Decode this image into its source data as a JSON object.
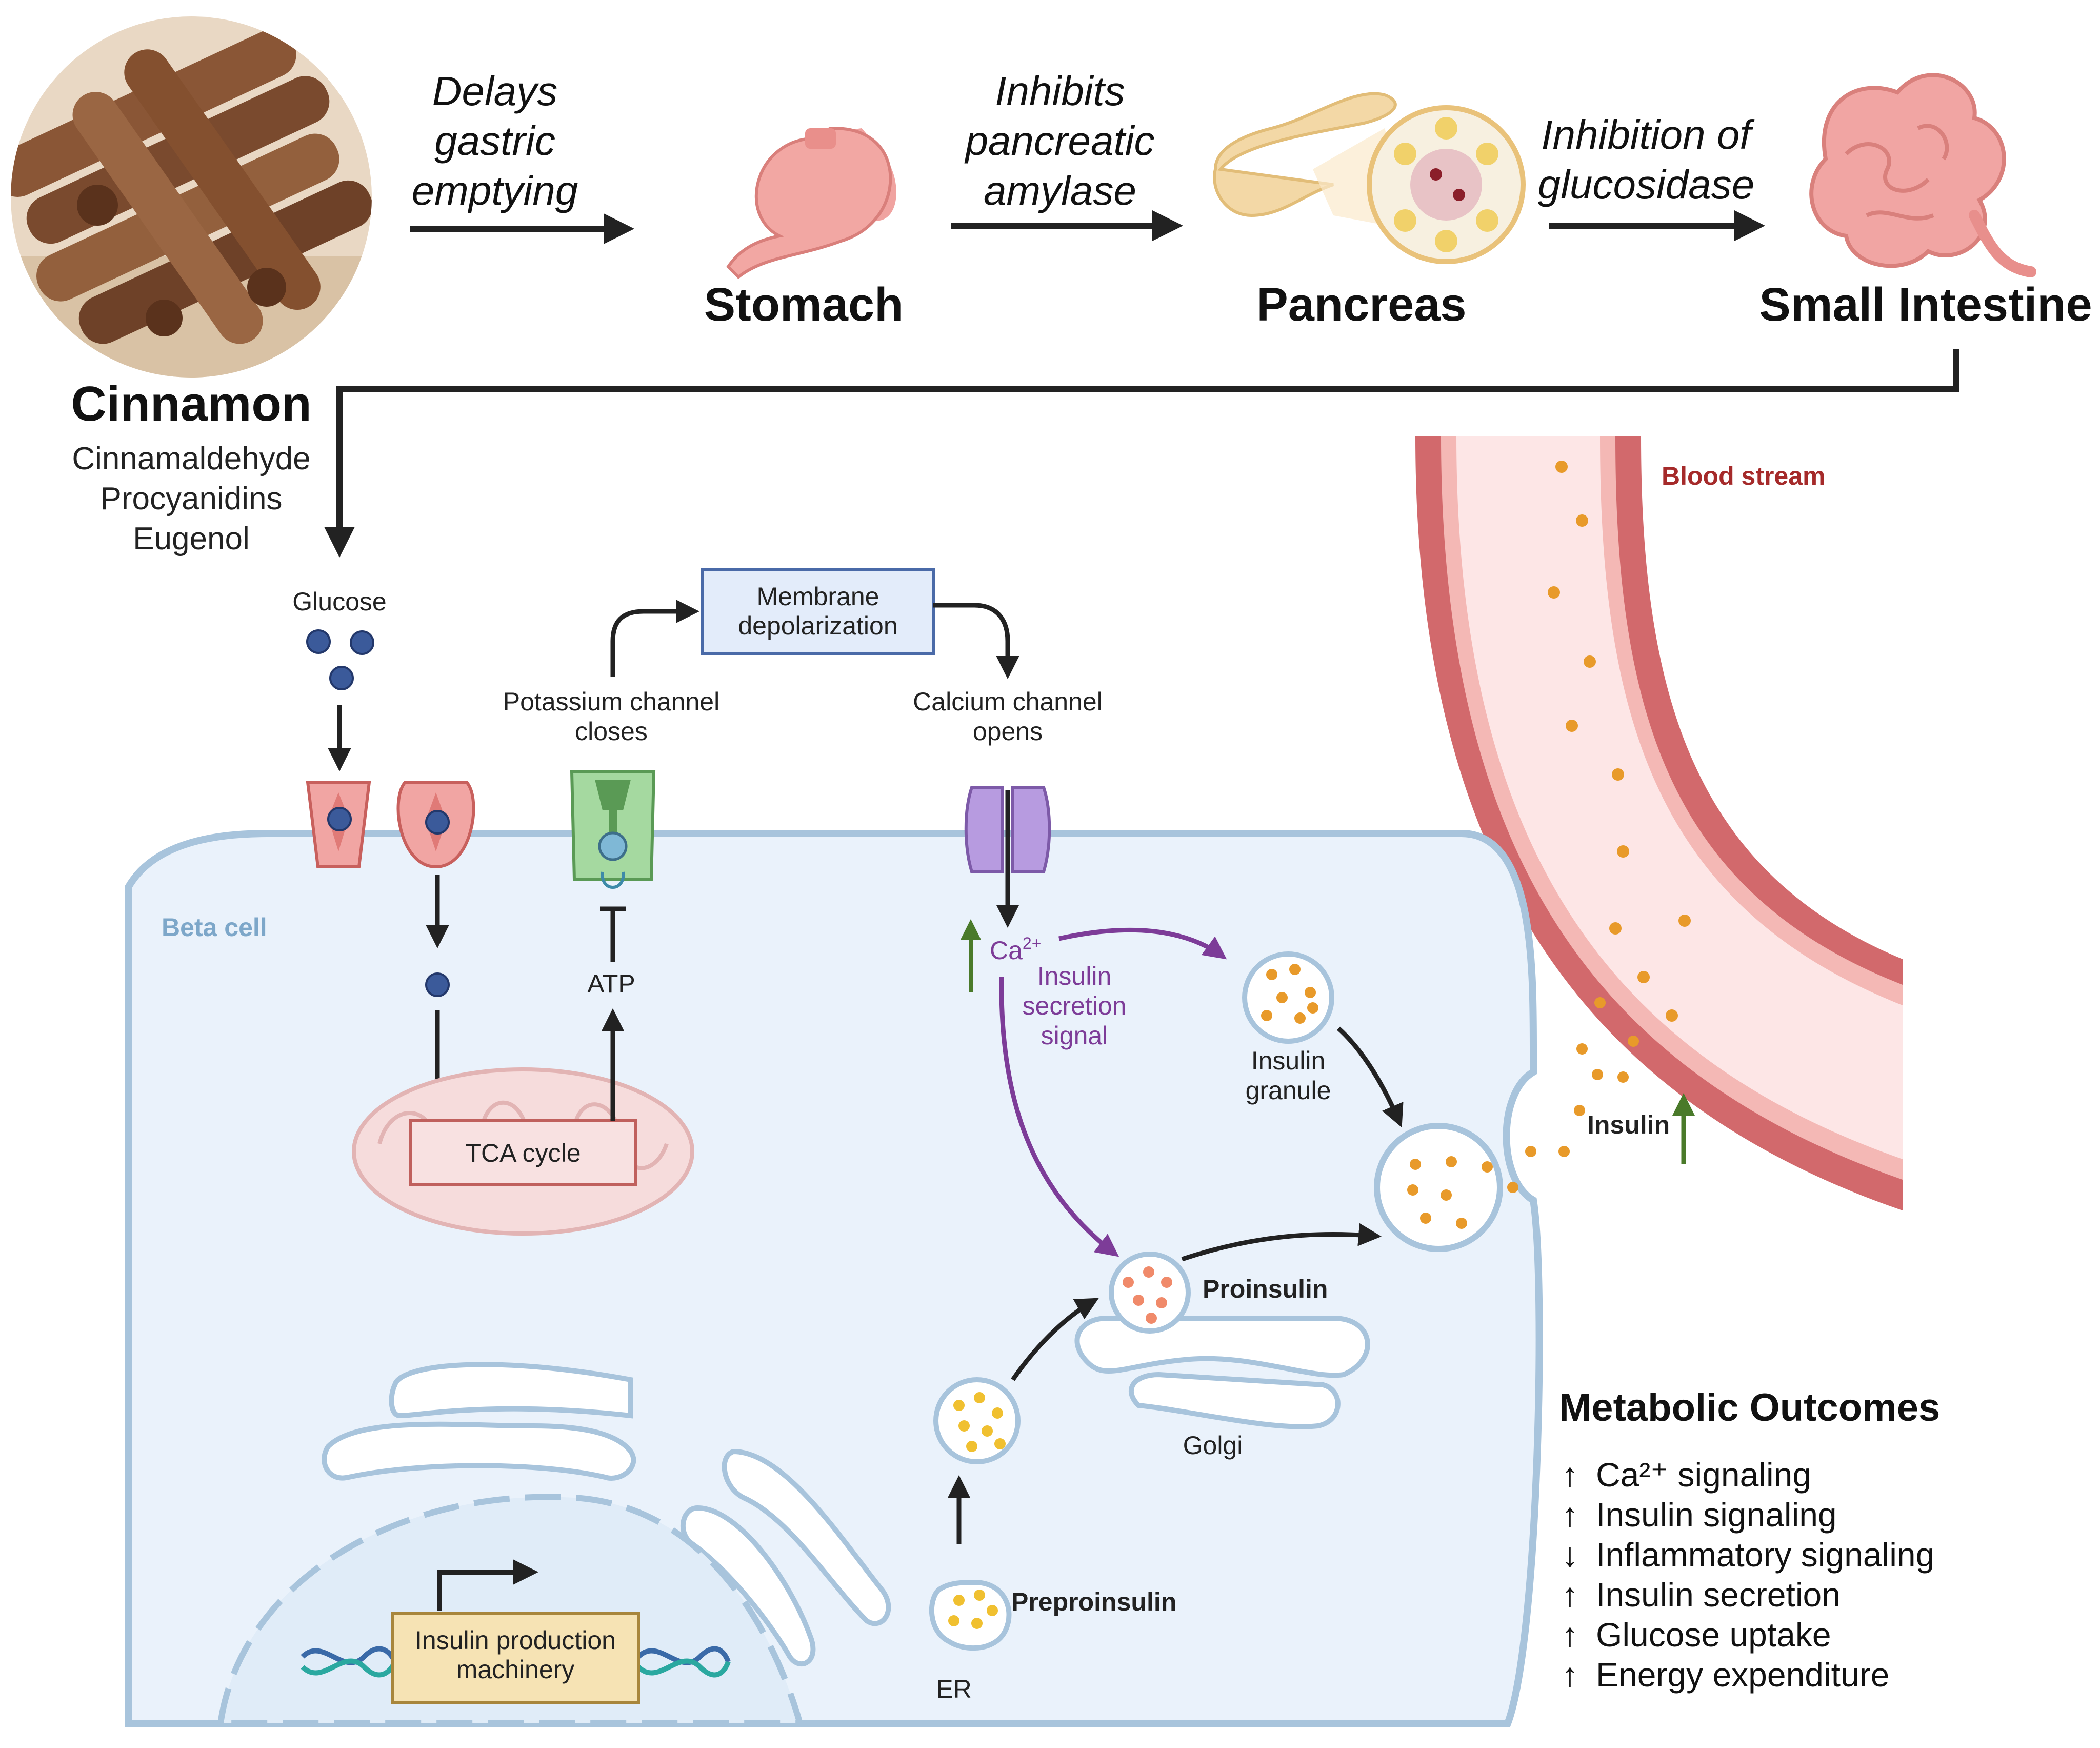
{
  "cinnamon": {
    "title": "Cinnamon",
    "compounds": [
      "Cinnamaldehyde",
      "Procyanidins",
      "Eugenol"
    ]
  },
  "pathway": {
    "step1": [
      "Delays",
      "gastric",
      "emptying"
    ],
    "step2": [
      "Inhibits",
      "pancreatic",
      "amylase"
    ],
    "step3": [
      "Inhibition of",
      "glucosidase"
    ],
    "organs": [
      "Stomach",
      "Pancreas",
      "Small Intestine"
    ]
  },
  "cell": {
    "beta_cell_label": "Beta cell",
    "glucose": "Glucose",
    "membrane_depolarization": [
      "Membrane",
      "depolarization"
    ],
    "potassium_channel": [
      "Potassium channel",
      "closes"
    ],
    "calcium_channel": [
      "Calcium channel",
      "opens"
    ],
    "atp": "ATP",
    "tca_cycle": "TCA cycle",
    "ca_ion": "Ca",
    "ca_charge": "2+",
    "insulin_secretion_signal": [
      "Insulin",
      "secretion",
      "signal"
    ],
    "insulin_granule": [
      "Insulin",
      "granule"
    ],
    "proinsulin": "Proinsulin",
    "golgi": "Golgi",
    "preproinsulin": "Preproinsulin",
    "er": "ER",
    "insulin_production": [
      "Insulin production",
      "machinery"
    ],
    "blood_stream": "Blood stream",
    "insulin": "Insulin"
  },
  "outcomes": {
    "title": "Metabolic Outcomes",
    "items": [
      {
        "arrow": "↑",
        "text": "Ca²⁺ signaling"
      },
      {
        "arrow": "↑",
        "text": "Insulin signaling"
      },
      {
        "arrow": "↓",
        "text": "Inflammatory signaling"
      },
      {
        "arrow": "↑",
        "text": "Insulin secretion"
      },
      {
        "arrow": "↑",
        "text": "Glucose uptake"
      },
      {
        "arrow": "↑",
        "text": "Energy expenditure"
      }
    ]
  },
  "colors": {
    "arrow": "#222222",
    "cell_fill": "#eaf2fb",
    "cell_membrane": "#a8c4dc",
    "vessel_outer": "#d2696c",
    "vessel_inner": "#fde6e6",
    "insulin_dot": "#e89a2a",
    "signal_purple": "#7d3c98",
    "up_green": "#4a7a2a",
    "blood_label": "#a52a2a",
    "beta_label": "#7da7c9"
  }
}
